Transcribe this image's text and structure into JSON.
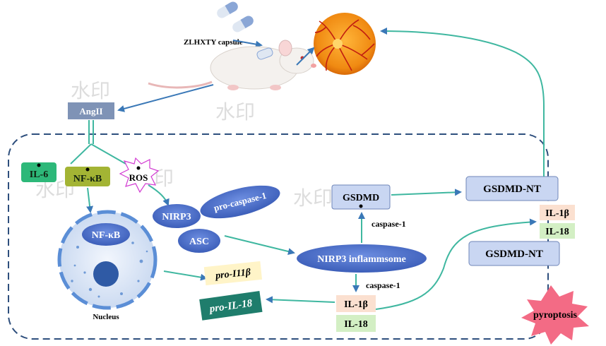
{
  "drug": {
    "label": "ZLHXTY capsule"
  },
  "watermarks": [
    "水印",
    "水印",
    "水印",
    "水印",
    "水印"
  ],
  "nodes": {
    "angii": "AngII",
    "il6": "IL-6",
    "nfkb": "NF-κB",
    "ros": "ROS",
    "nucleus_nfkb": "NF-κB",
    "nucleus": "Nucleus",
    "nirp3": "NIRP3",
    "pro_caspase1": "pro-caspase-1",
    "asc": "ASC",
    "gsdmd": "GSDMD",
    "gsdmd_nt_top": "GSDMD-NT",
    "gsdmd_nt_mem": "GSDMD-NT",
    "inflammasome": "NIRP3 inflammsome",
    "caspase1_up": "caspase-1",
    "caspase1_down": "caspase-1",
    "il1b_right": "IL-1β",
    "il18_right": "IL-18",
    "il1b_bottom": "IL-1β",
    "il18_bottom": "IL-18",
    "pro_il1b": "pro-I11β",
    "pro_il18": "pro-IL-18",
    "pyroptosis": "pyroptosis"
  },
  "colors": {
    "arrow_teal": "#3fb7a0",
    "arrow_blue": "#3a78b7",
    "ellipse_blue": "#4a6fc9",
    "box_blue": "#c9d6f2",
    "angii_box": "#7f93b6",
    "il6_green": "#2db879",
    "nfkb_olive": "#a3b434",
    "pink_box": "#fbe0d0",
    "green_box": "#d3efc4",
    "pro_il18": "#1f7d6c",
    "pro_il1b": "#fff4c8",
    "pyroptosis": "#f36b85",
    "dash": "#2e4f7d"
  }
}
